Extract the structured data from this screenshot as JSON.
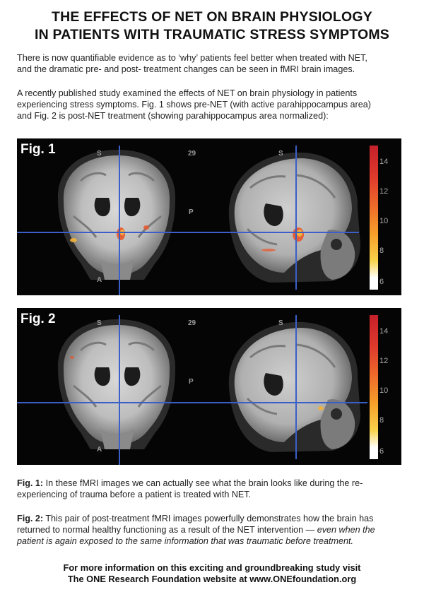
{
  "title": {
    "line1": "THE EFFECTS OF NET ON BRAIN PHYSIOLOGY",
    "line2": "IN PATIENTS WITH TRAUMATIC STRESS SYMPTOMS"
  },
  "intro": {
    "line1": "There is now quantifiable evidence as to ‘why’ patients feel better when treated with NET,",
    "line2": "and the dramatic pre- and post- treatment changes can be seen in fMRI brain images."
  },
  "study": {
    "line1": "A recently published study examined the effects of NET on brain physiology in patients",
    "line2": "experiencing stress symptoms. Fig. 1 shows pre-NET (with active parahippocampus area)",
    "line3": "and Fig. 2 is post-NET treatment (showing parahippocampus area normalized):"
  },
  "figures": [
    {
      "label": "Fig. 1",
      "orient": {
        "s_left": "S",
        "slice": "29",
        "s_right": "S",
        "p": "P",
        "a": "A"
      },
      "scale_ticks": [
        "14",
        "12",
        "10",
        "8",
        "6"
      ]
    },
    {
      "label": "Fig. 2",
      "orient": {
        "s_left": "S",
        "slice": "29",
        "s_right": "S",
        "p": "P",
        "a": "A"
      },
      "scale_ticks": [
        "14",
        "12",
        "10",
        "8",
        "6"
      ]
    }
  ],
  "captions": {
    "fig1": {
      "label": "Fig. 1:",
      "line1": " In these fMRI images we can actually see what the brain looks like during the re-",
      "line2": "experiencing of trauma before a patient is treated with NET."
    },
    "fig2": {
      "label": "Fig. 2:",
      "line1": " This pair of post-treatment fMRI images powerfully demonstrates how the brain has",
      "line2": "returned to normal healthy functioning as a result of the NET intervention — ",
      "line2_italic": "even when the",
      "line3_italic": "patient is again exposed to the same information that was traumatic before treatment."
    }
  },
  "footer": {
    "line1": "For more information on this exciting and groundbreaking study visit",
    "line2": "The ONE Research Foundation website at www.ONEfoundation.org"
  },
  "colors": {
    "crosshair": "#3a5fc8",
    "activation": "#e8562a",
    "activation_hot": "#f2b13a"
  }
}
